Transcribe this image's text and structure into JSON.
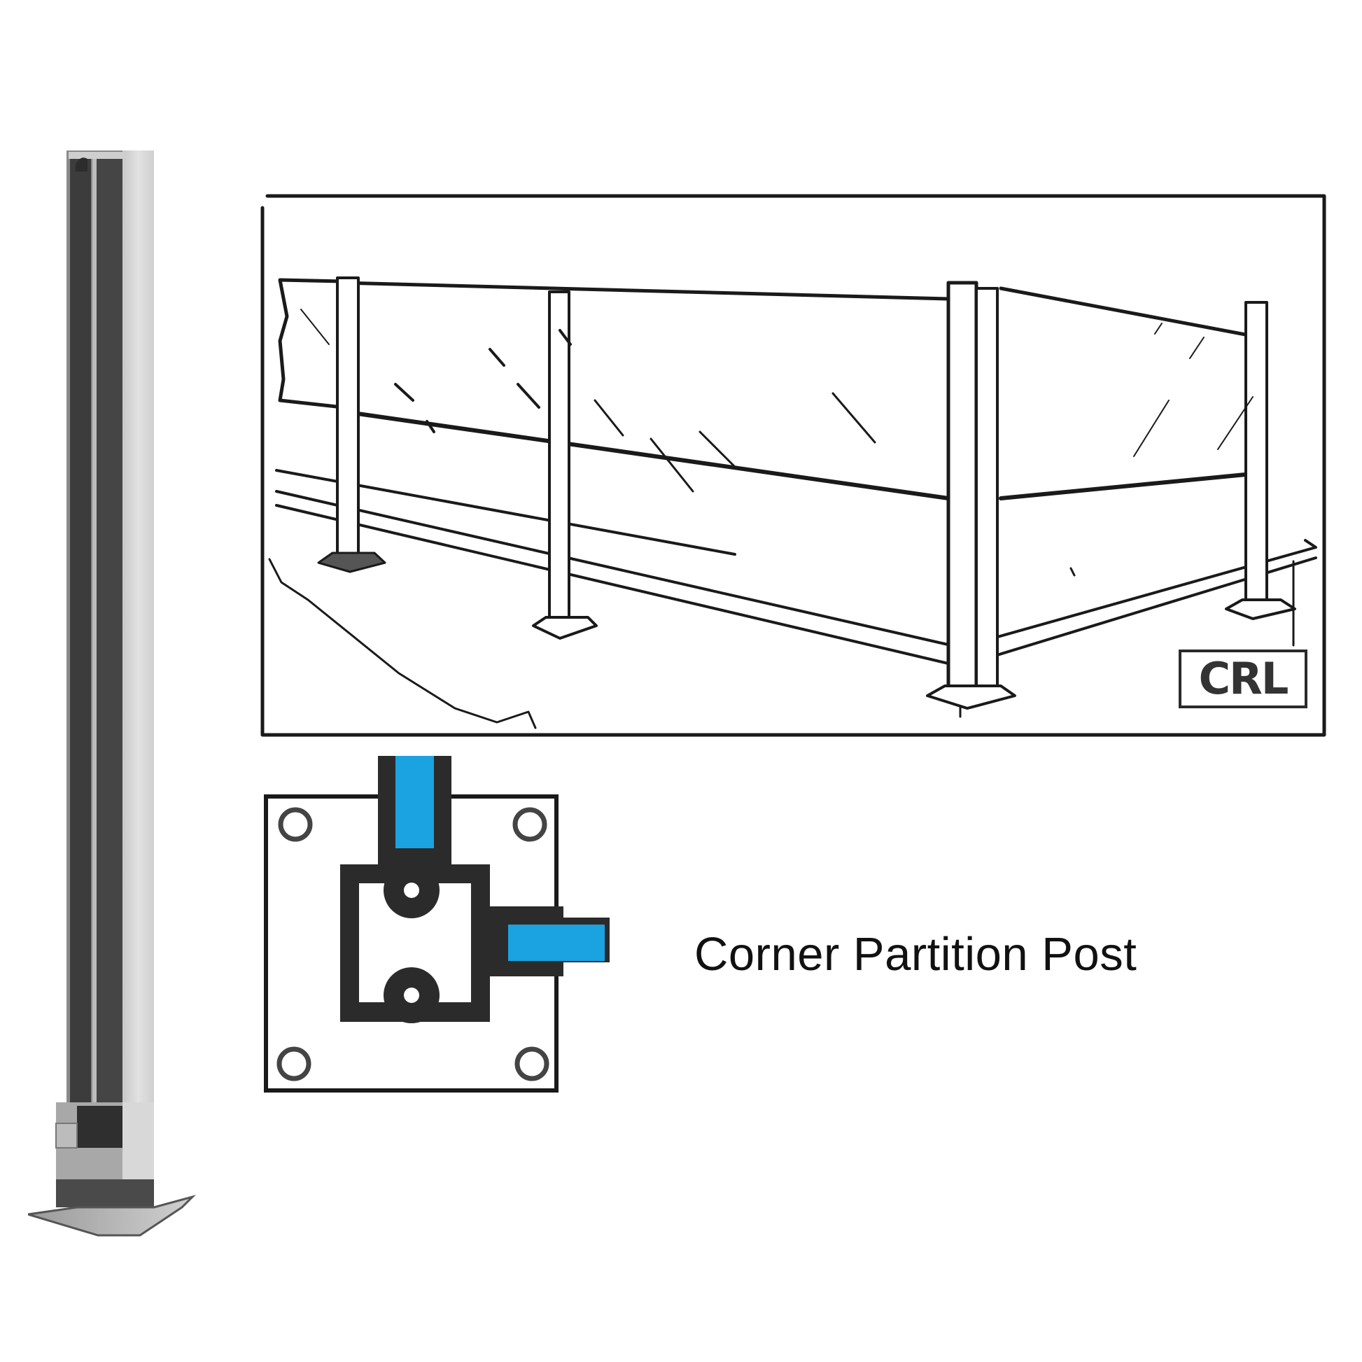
{
  "caption": "Corner Partition Post",
  "brand": {
    "logo_text": "CRL"
  },
  "colors": {
    "gasket_blue": "#1aa3e0",
    "post_dark": "#3a3a3a",
    "post_light": "#d4d4d4",
    "line": "#1a1a1a"
  },
  "figures": {
    "photo": "corner-partition-post-photo",
    "illustration": "glass-partition-corner-illustration",
    "diagram": "post-cross-section-top-view"
  }
}
